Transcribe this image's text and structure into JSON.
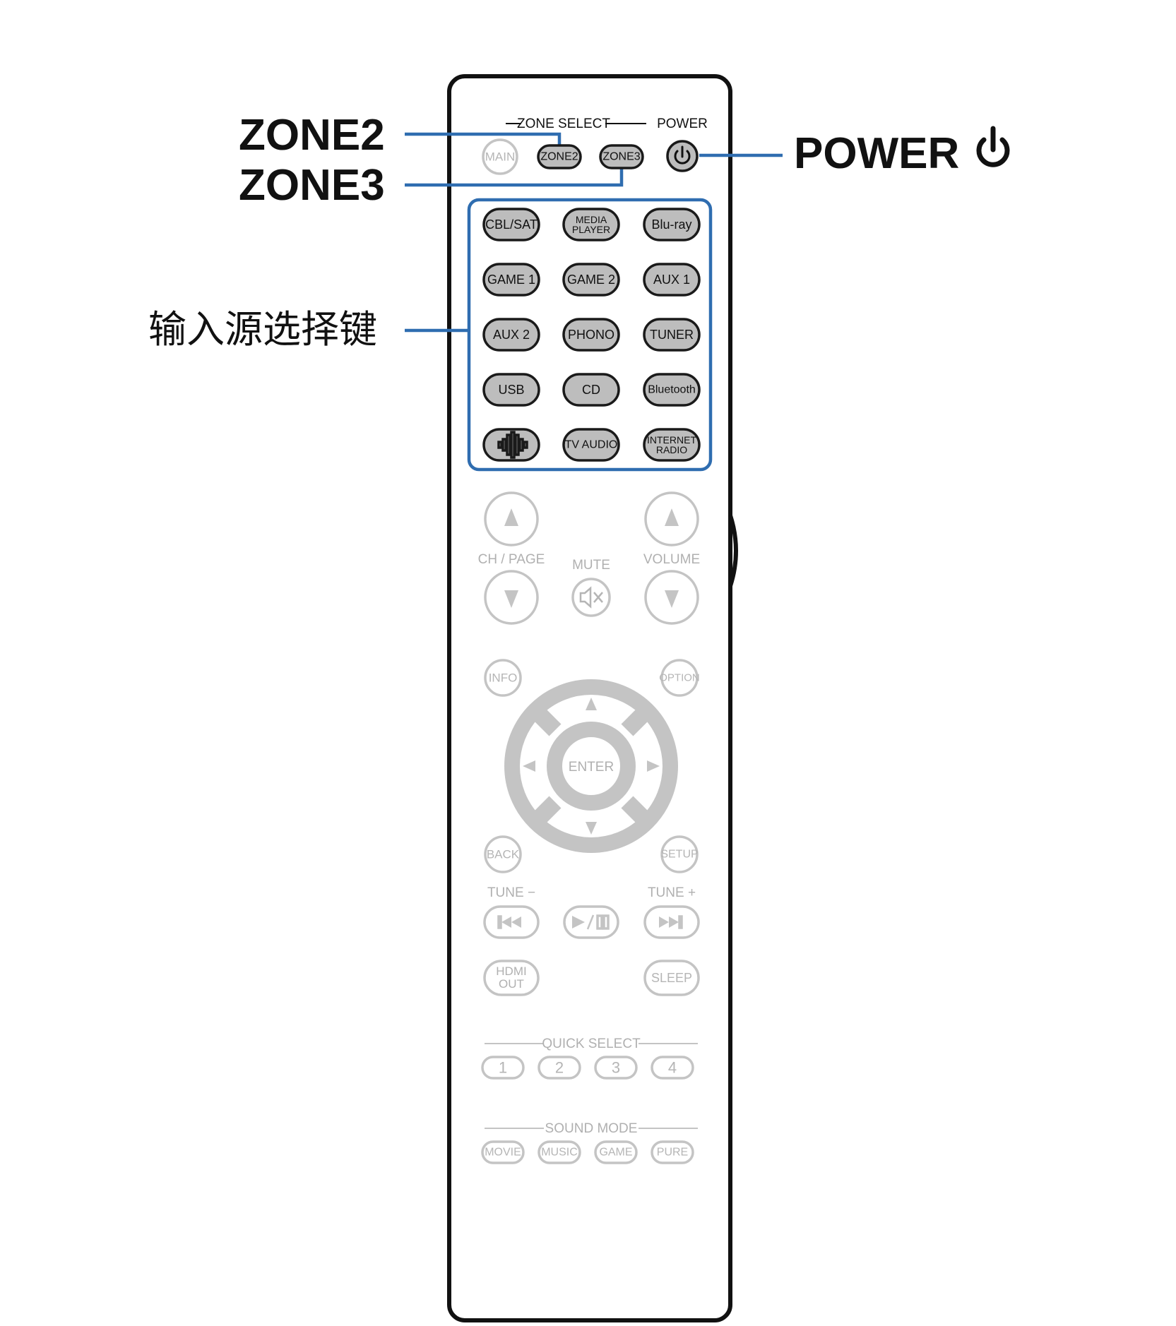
{
  "callouts": {
    "zone2": "ZONE2",
    "zone3": "ZONE3",
    "power": "POWER",
    "input_keys": "输入源选择键"
  },
  "zone_select": {
    "title": "ZONE SELECT",
    "power_label": "POWER",
    "buttons": [
      "MAIN",
      "ZONE2",
      "ZONE3"
    ]
  },
  "inputs": [
    [
      "CBL/SAT",
      "MEDIA\nPLAYER",
      "Blu-ray"
    ],
    [
      "GAME 1",
      "GAME 2",
      "AUX 1"
    ],
    [
      "AUX 2",
      "PHONO",
      "TUNER"
    ],
    [
      "USB",
      "CD",
      "Bluetooth"
    ],
    [
      "heos-icon",
      "TV AUDIO",
      "INTERNET\nRADIO"
    ]
  ],
  "nav": {
    "ch_page": "CH / PAGE",
    "mute": "MUTE",
    "volume": "VOLUME",
    "info": "INFO",
    "option": "OPTION",
    "enter": "ENTER",
    "back": "BACK",
    "setup": "SETUP",
    "tune_minus": "TUNE −",
    "tune_plus": "TUNE +",
    "hdmi_out": "HDMI\nOUT",
    "sleep": "SLEEP"
  },
  "quick_select": {
    "title": "QUICK SELECT",
    "buttons": [
      "1",
      "2",
      "3",
      "4"
    ]
  },
  "sound_mode": {
    "title": "SOUND MODE",
    "buttons": [
      "MOVIE",
      "MUSIC",
      "GAME",
      "PURE"
    ]
  },
  "colors": {
    "callout": "#2f6db0",
    "active_button": "#bdbdbd",
    "faint": "#c4c4c4"
  }
}
